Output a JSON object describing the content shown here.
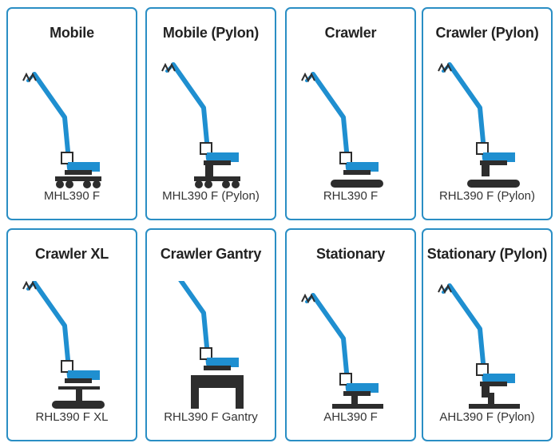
{
  "colors": {
    "accent": "#2a8ec4",
    "machine_blue": "#1f8fd0",
    "machine_dark": "#2d2d2d"
  },
  "cards": [
    {
      "title": "Mobile",
      "model": "MHL390 F",
      "icon": "mobile-material-handler-icon"
    },
    {
      "title": "Mobile (Pylon)",
      "model": "MHL390 F (Pylon)",
      "icon": "mobile-pylon-material-handler-icon"
    },
    {
      "title": "Crawler",
      "model": "RHL390 F",
      "icon": "crawler-material-handler-icon"
    },
    {
      "title": "Crawler (Pylon)",
      "model": "RHL390 F (Pylon)",
      "icon": "crawler-pylon-material-handler-icon"
    },
    {
      "title": "Crawler XL",
      "model": "RHL390 F XL",
      "icon": "crawler-xl-material-handler-icon"
    },
    {
      "title": "Crawler Gantry",
      "model": "RHL390 F Gantry",
      "icon": "crawler-gantry-material-handler-icon"
    },
    {
      "title": "Stationary",
      "model": "AHL390 F",
      "icon": "stationary-material-handler-icon"
    },
    {
      "title": "Stationary (Pylon)",
      "model": "AHL390 F (Pylon)",
      "icon": "stationary-pylon-material-handler-icon"
    }
  ]
}
